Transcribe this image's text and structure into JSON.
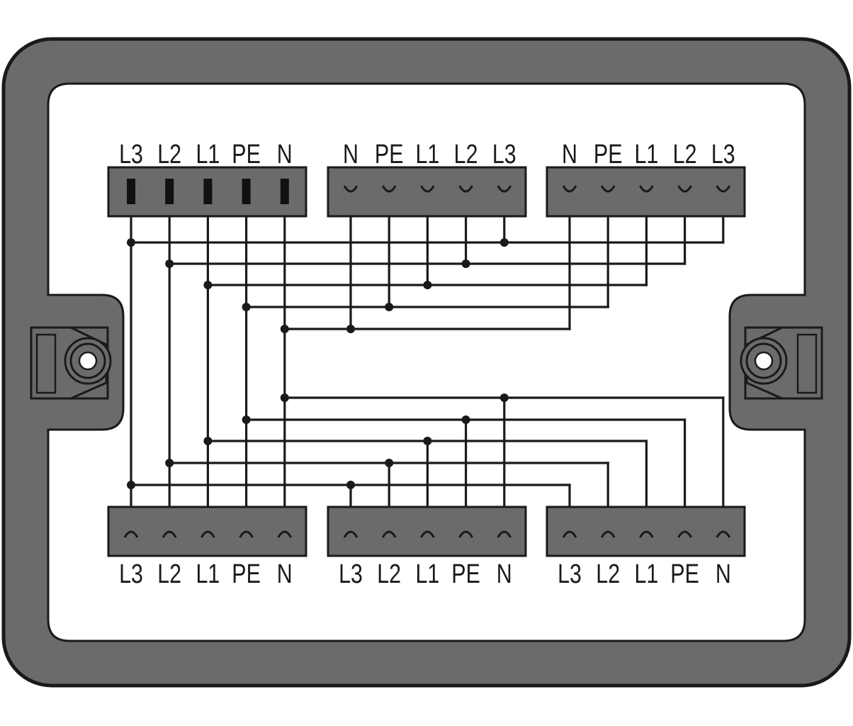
{
  "colors": {
    "housing": "#6b6b6e",
    "housing_outline": "#1a1a1a",
    "panel": "#ffffff",
    "connector": "#6b6b6e",
    "wire": "#1a1a1a"
  },
  "connectors": [
    {
      "id": "in",
      "kind": "plug",
      "labels": [
        "L3",
        "L2",
        "L1",
        "PE",
        "N"
      ]
    },
    {
      "id": "out-top-1",
      "kind": "socket",
      "labels": [
        "N",
        "PE",
        "L1",
        "L2",
        "L3"
      ]
    },
    {
      "id": "out-top-2",
      "kind": "socket",
      "labels": [
        "N",
        "PE",
        "L1",
        "L2",
        "L3"
      ]
    },
    {
      "id": "out-bottom-1",
      "kind": "socket",
      "labels": [
        "L3",
        "L2",
        "L1",
        "PE",
        "N"
      ]
    },
    {
      "id": "out-bottom-2",
      "kind": "socket",
      "labels": [
        "L3",
        "L2",
        "L1",
        "PE",
        "N"
      ]
    },
    {
      "id": "out-bottom-3",
      "kind": "socket",
      "labels": [
        "L3",
        "L2",
        "L1",
        "PE",
        "N"
      ]
    }
  ],
  "mounting": [
    {
      "side": "left",
      "icon": "mounting-hole-icon"
    },
    {
      "side": "right",
      "icon": "mounting-hole-icon"
    }
  ]
}
